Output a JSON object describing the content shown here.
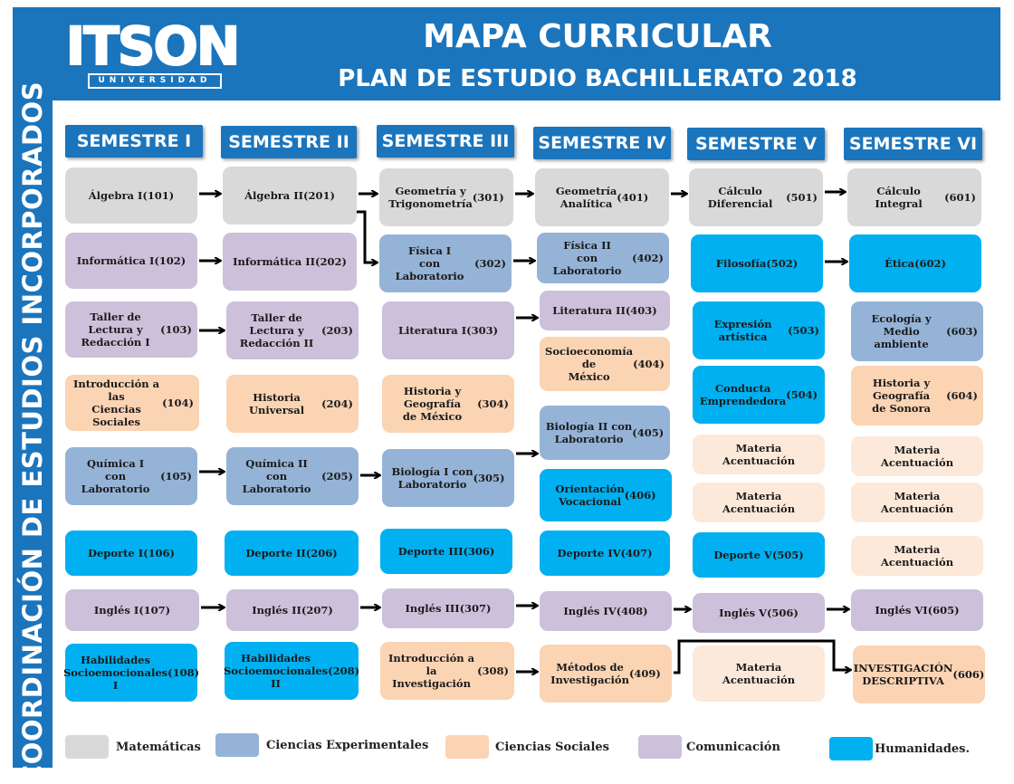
{
  "header": {
    "logo": "ITSON",
    "logo_sub": "UNIVERSIDAD",
    "title": "MAPA CURRICULAR",
    "subtitle": "PLAN DE ESTUDIO BACHILLERATO 2018",
    "sidebar": "COORDINACIÓN DE ESTUDIOS INCORPORADOS"
  },
  "colors": {
    "header_blue": "#1b75bd",
    "matematicas": "#d9d9d9",
    "ciencias_experimentales": "#95b3d7",
    "ciencias_sociales": "#fbd4b4",
    "comunicacion": "#ccc0da",
    "humanidades": "#00b0f0",
    "materia_acentuacion": "#fde9d9"
  },
  "semesters": [
    "SEMESTRE I",
    "SEMESTRE II",
    "SEMESTRE III",
    "SEMESTRE IV",
    "SEMESTRE V",
    "SEMESTRE VI"
  ],
  "courses": {
    "s1": [
      {
        "name": "Álgebra I",
        "code": "(101)",
        "area": "Matemáticas"
      },
      {
        "name": "Informática I",
        "code": "(102)",
        "area": "Comunicación"
      },
      {
        "name": "Taller de Lectura y\nRedacción I",
        "code": "(103)",
        "area": "Comunicación"
      },
      {
        "name": "Introducción a las\nCiencias Sociales",
        "code": "(104)",
        "area": "Ciencias Sociales"
      },
      {
        "name": "Química I\ncon Laboratorio",
        "code": "(105)",
        "area": "Ciencias Experimentales"
      },
      {
        "name": "Deporte I",
        "code": "(106)",
        "area": "Humanidades"
      },
      {
        "name": "Inglés I",
        "code": "(107)",
        "area": "Comunicación"
      },
      {
        "name": "Habilidades\nSocioemocionales  I",
        "code": "(108)",
        "area": "Humanidades"
      }
    ],
    "s2": [
      {
        "name": "Álgebra II",
        "code": "(201)",
        "area": "Matemáticas"
      },
      {
        "name": "Informática II",
        "code": "(202)",
        "area": "Comunicación"
      },
      {
        "name": "Taller de Lectura y\nRedacción II",
        "code": "(203)",
        "area": "Comunicación"
      },
      {
        "name": "Historia Universal",
        "code": "(204)",
        "area": "Ciencias Sociales"
      },
      {
        "name": "Química II\ncon Laboratorio",
        "code": "(205)",
        "area": "Ciencias Experimentales"
      },
      {
        "name": "Deporte II",
        "code": "(206)",
        "area": "Humanidades"
      },
      {
        "name": "Inglés II",
        "code": "(207)",
        "area": "Comunicación"
      },
      {
        "name": "Habilidades\nSocioemocionales  II",
        "code": "(208)",
        "area": "Humanidades"
      }
    ],
    "s3": [
      {
        "name": "Geometría y\nTrigonometría",
        "code": "(301)",
        "area": "Matemáticas"
      },
      {
        "name": "Física I\ncon Laboratorio",
        "code": "(302)",
        "area": "Ciencias Experimentales"
      },
      {
        "name": "Literatura I",
        "code": "(303)",
        "area": "Comunicación"
      },
      {
        "name": "Historia y Geografía\nde México",
        "code": "(304)",
        "area": "Ciencias Sociales"
      },
      {
        "name": "Biología I con\nLaboratorio",
        "code": "(305)",
        "area": "Ciencias Experimentales"
      },
      {
        "name": "Deporte III",
        "code": "(306)",
        "area": "Humanidades"
      },
      {
        "name": "Inglés III",
        "code": "(307)",
        "area": "Comunicación"
      },
      {
        "name": "Introducción a la\nInvestigación",
        "code": "(308)",
        "area": "Ciencias Sociales"
      }
    ],
    "s4": [
      {
        "name": "Geometría\nAnalítica",
        "code": "(401)",
        "area": "Matemáticas"
      },
      {
        "name": "Física II\ncon Laboratorio",
        "code": "(402)",
        "area": "Ciencias Experimentales"
      },
      {
        "name": "Literatura II",
        "code": "(403)",
        "area": "Comunicación"
      },
      {
        "name": "Socioeconomía de\nMéxico",
        "code": "(404)",
        "area": "Ciencias Sociales"
      },
      {
        "name": "Biología II con\nLaboratorio",
        "code": "(405)",
        "area": "Ciencias Experimentales"
      },
      {
        "name": "Orientación\nVocacional",
        "code": "(406)",
        "area": "Humanidades"
      },
      {
        "name": "Deporte IV",
        "code": "(407)",
        "area": "Humanidades"
      },
      {
        "name": "Inglés IV",
        "code": "(408)",
        "area": "Comunicación"
      },
      {
        "name": "Métodos de\nInvestigación",
        "code": "(409)",
        "area": "Ciencias Sociales"
      }
    ],
    "s5": [
      {
        "name": "Cálculo Diferencial",
        "code": "(501)",
        "area": "Matemáticas"
      },
      {
        "name": "Filosofía",
        "code": "(502)",
        "area": "Humanidades"
      },
      {
        "name": "Expresión artística",
        "code": "(503)",
        "area": "Humanidades"
      },
      {
        "name": "Conducta\nEmprendedora",
        "code": "(504)",
        "area": "Humanidades"
      },
      {
        "name": "Materia Acentuación",
        "code": "",
        "area": "Acentuación"
      },
      {
        "name": "Materia Acentuación",
        "code": "",
        "area": "Acentuación"
      },
      {
        "name": "Deporte V",
        "code": "(505)",
        "area": "Humanidades"
      },
      {
        "name": "Inglés V",
        "code": "(506)",
        "area": "Comunicación"
      },
      {
        "name": "Materia Acentuación",
        "code": "",
        "area": "Acentuación"
      }
    ],
    "s6": [
      {
        "name": "Cálculo Integral",
        "code": "(601)",
        "area": "Matemáticas"
      },
      {
        "name": "Ética",
        "code": "(602)",
        "area": "Humanidades"
      },
      {
        "name": "Ecología y\nMedio ambiente",
        "code": "(603)",
        "area": "Ciencias Experimentales"
      },
      {
        "name": "Historia y Geografía\nde Sonora",
        "code": "(604)",
        "area": "Ciencias Sociales"
      },
      {
        "name": "Materia Acentuación",
        "code": "",
        "area": "Acentuación"
      },
      {
        "name": "Materia Acentuación",
        "code": "",
        "area": "Acentuación"
      },
      {
        "name": "Materia Acentuación",
        "code": "",
        "area": "Acentuación"
      },
      {
        "name": "Inglés VI",
        "code": "(605)",
        "area": "Comunicación"
      },
      {
        "name": "INVESTIGACIÓN\nDESCRIPTIVA",
        "code": "(606)",
        "area": "Ciencias Sociales"
      }
    ]
  },
  "legend": [
    "Matemáticas",
    "Ciencias Experimentales",
    "Ciencias Sociales",
    "Comunicación",
    "Humanidades."
  ]
}
